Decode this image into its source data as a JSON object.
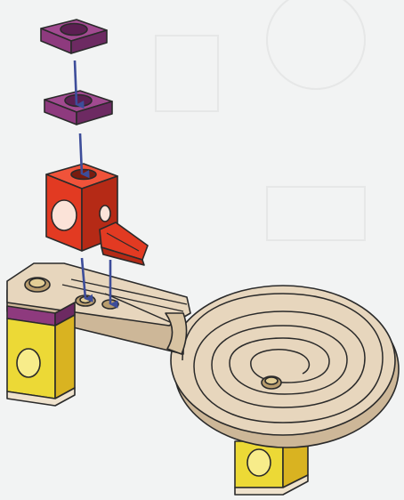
{
  "scene": {
    "subject": "marble-run-assembly-instruction",
    "parts": [
      {
        "name": "purple-square-block-top",
        "color": "#8e3a7e"
      },
      {
        "name": "purple-square-block-bottom",
        "color": "#8e3a7e"
      },
      {
        "name": "red-cube-with-chute",
        "color": "#e23a22"
      },
      {
        "name": "wooden-track-with-spiral-funnel",
        "color": "#e7d6bd"
      },
      {
        "name": "yellow-support-block-left",
        "color": "#ecd936"
      },
      {
        "name": "yellow-support-block-right",
        "color": "#ecd936"
      }
    ],
    "arrows": {
      "count": 4,
      "color": "#3d4d9a",
      "direction": "down"
    },
    "colors": {
      "background": "#f2f3f3",
      "wood": "#e7d6bd",
      "outline": "#2a2a2a",
      "purple": "#8e3a7e",
      "red": "#e23a22",
      "yellow": "#ecd936",
      "arrow": "#3d4d9a"
    }
  }
}
